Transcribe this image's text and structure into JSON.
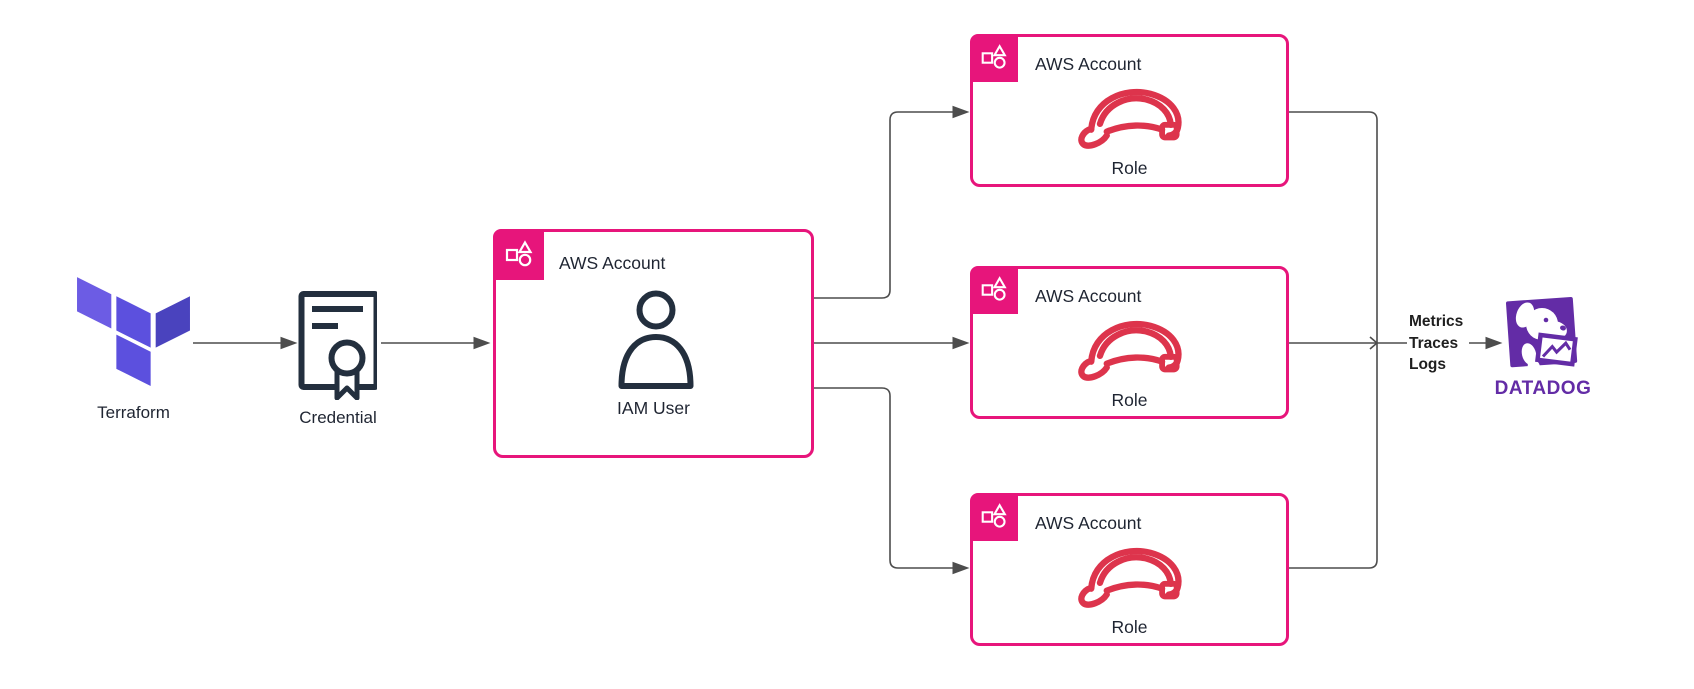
{
  "diagram": {
    "nodes": {
      "terraform": {
        "label": "Terraform",
        "icon": "terraform-logo"
      },
      "credential": {
        "label": "Credential",
        "icon": "certificate-seal-icon"
      },
      "iam_account": {
        "title": "AWS Account",
        "item_label": "IAM User",
        "badge_icon": "aws-account-icon",
        "item_icon": "iam-user-icon"
      },
      "role_accounts": [
        {
          "title": "AWS Account",
          "item_label": "Role",
          "badge_icon": "aws-account-icon",
          "item_icon": "iam-role-helmet-icon"
        },
        {
          "title": "AWS Account",
          "item_label": "Role",
          "badge_icon": "aws-account-icon",
          "item_icon": "iam-role-helmet-icon"
        },
        {
          "title": "AWS Account",
          "item_label": "Role",
          "badge_icon": "aws-account-icon",
          "item_icon": "iam-role-helmet-icon"
        }
      ],
      "datadog": {
        "wordmark": "DATADOG",
        "icon": "datadog-dog-logo"
      }
    },
    "edge_label": {
      "line1": "Metrics",
      "line2": "Traces",
      "line3": "Logs"
    },
    "colors": {
      "aws_account_pink": "#E7157B",
      "iam_role_red": "#DD344C",
      "dark_navy": "#232F3E",
      "terraform_purple_light": "#6C5CE4",
      "terraform_purple_dark": "#4A43BE",
      "datadog_purple": "#632CA6",
      "connector_gray": "#4D4D4D"
    }
  }
}
